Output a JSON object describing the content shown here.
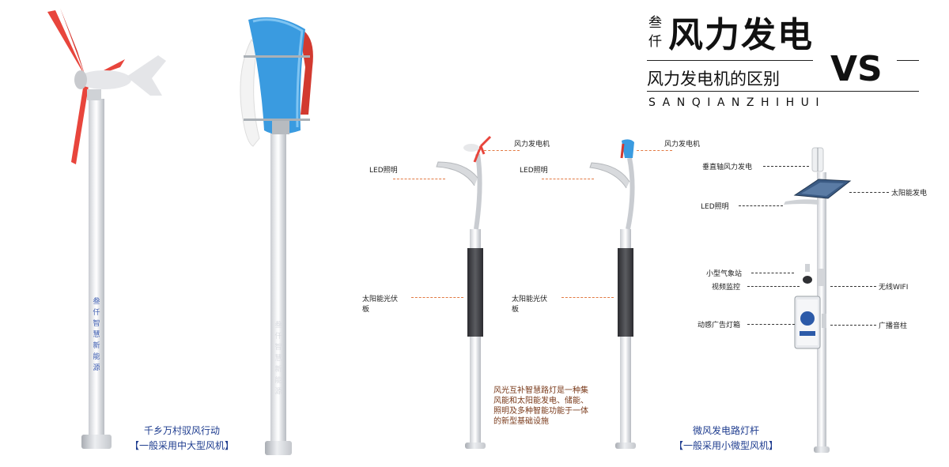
{
  "header": {
    "brand_line1": "叁",
    "brand_line2": "仟",
    "title": "风力发电",
    "subtitle": "风力发电机的区别",
    "vs": "VS",
    "pinyin": "SANQIANZHIHUI"
  },
  "left_panel": {
    "pole1_vertical_text": [
      "叁",
      "仟",
      "智",
      "慧",
      "新",
      "能",
      "源"
    ],
    "pole2_vertical_text": [
      "叁",
      "仟",
      "智",
      "慧",
      "新",
      "能",
      "源"
    ],
    "caption_line1": "千乡万村驭风行动",
    "caption_line2": "【一般采用中大型风机】"
  },
  "middle_panel": {
    "labels": {
      "wind_turbine_a": "风力发电机",
      "led_a": "LED照明",
      "solar_a_line1": "太阳能光伏",
      "solar_a_line2": "板",
      "wind_turbine_b": "风力发电机",
      "led_b": "LED照明",
      "solar_b_line1": "太阳能光伏",
      "solar_b_line2": "板"
    },
    "note_lines": [
      "风光互补智慧路灯是一种集",
      "风能和太阳能发电、储能、",
      "照明及多种智能功能于一体",
      "的新型基础设施"
    ]
  },
  "right_panel": {
    "labels": {
      "vertical_axis": "垂直轴风力发电",
      "solar": "太阳能发电",
      "led": "LED照明",
      "weather": "小型气象站",
      "camera": "视频监控",
      "wifi": "无线WIFI",
      "ad_box": "动感广告灯箱",
      "speaker": "广播音柱"
    },
    "caption_line1": "微风发电路灯杆",
    "caption_line2": "【一般采用小微型风机】"
  },
  "colors": {
    "turbine_red": "#e8453c",
    "vertical_blue": "#3a9be0",
    "caption_blue": "#1e3c8f",
    "leader_orange": "#e27a43"
  }
}
